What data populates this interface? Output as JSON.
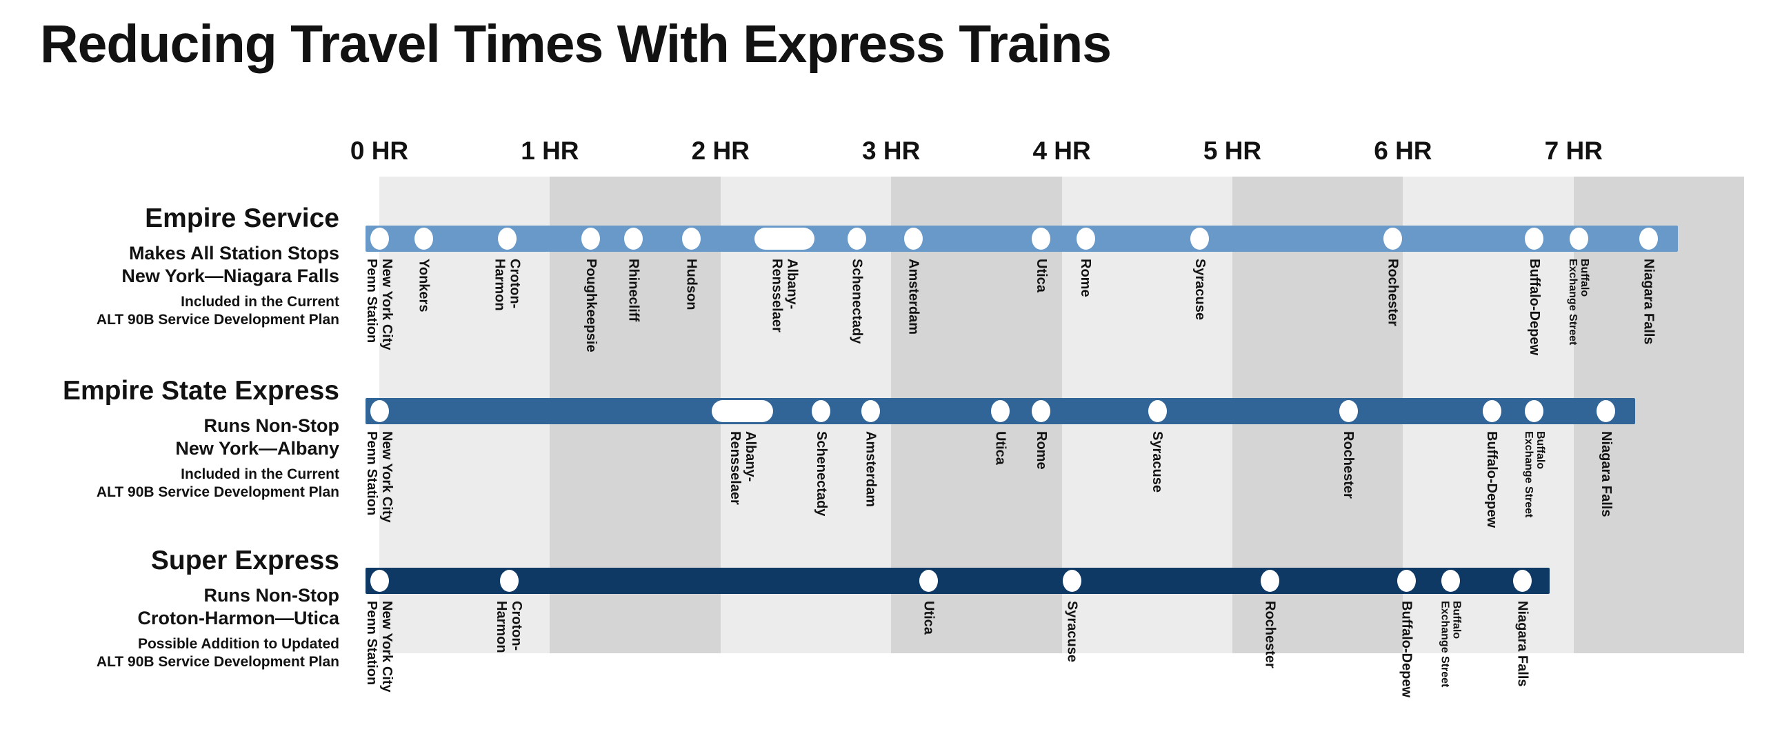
{
  "title": "Reducing Travel Times With Express Trains",
  "chart_data": {
    "type": "timeline",
    "title": "Reducing Travel Times With Express Trains",
    "x_axis": {
      "unit": "HR",
      "tick_labels": [
        "0 HR",
        "1 HR",
        "2 HR",
        "3 HR",
        "4 HR",
        "5 HR",
        "6 HR",
        "7 HR"
      ],
      "range_hr": [
        0,
        8
      ],
      "band_colors": {
        "light": "#ececec",
        "dark": "#d5d5d5"
      }
    },
    "services": [
      {
        "name": "Empire Service",
        "description_line1": "Makes All Station Stops",
        "description_line2": "New York—Niagara Falls",
        "note_line1": "Included in the Current",
        "note_line2": "ALT 90B Service Development Plan",
        "color": "#6899c8",
        "bar_start_hr": -0.08,
        "bar_end_hr": 7.61,
        "stops": [
          {
            "label": "New York City\nPenn Station",
            "hr": 0
          },
          {
            "label": "Yonkers",
            "hr": 0.26
          },
          {
            "label": "Croton-\nHarmon",
            "hr": 0.75
          },
          {
            "label": "Poughkeepsie",
            "hr": 1.24
          },
          {
            "label": "Rhinecliff",
            "hr": 1.49
          },
          {
            "label": "Hudson",
            "hr": 1.83
          },
          {
            "label": "Albany-\nRensselaer",
            "pill": true,
            "hr_start": 2.2,
            "hr_end": 2.55
          },
          {
            "label": "Schenectady",
            "hr": 2.8
          },
          {
            "label": "Amsterdam",
            "hr": 3.13
          },
          {
            "label": "Utica",
            "hr": 3.88
          },
          {
            "label": "Rome",
            "hr": 4.14
          },
          {
            "label": "Syracuse",
            "hr": 4.81
          },
          {
            "label": "Rochester",
            "hr": 5.94
          },
          {
            "label": "Buffalo-Depew",
            "hr": 6.77
          },
          {
            "label": "Buffalo\nExchange Street",
            "hr": 7.03,
            "small": true
          },
          {
            "label": "Niagara Falls",
            "hr": 7.44
          }
        ]
      },
      {
        "name": "Empire State Express",
        "description_line1": "Runs Non-Stop",
        "description_line2": "New York—Albany",
        "note_line1": "Included in the Current",
        "note_line2": "ALT 90B Service Development Plan",
        "color": "#326597",
        "bar_start_hr": -0.08,
        "bar_end_hr": 7.36,
        "stops": [
          {
            "label": "New York City\nPenn Station",
            "hr": 0
          },
          {
            "label": "Albany-\nRensselaer",
            "pill": true,
            "hr_start": 1.95,
            "hr_end": 2.31
          },
          {
            "label": "Schenectady",
            "hr": 2.59
          },
          {
            "label": "Amsterdam",
            "hr": 2.88
          },
          {
            "label": "Utica",
            "hr": 3.64
          },
          {
            "label": "Rome",
            "hr": 3.88
          },
          {
            "label": "Syracuse",
            "hr": 4.56
          },
          {
            "label": "Rochester",
            "hr": 5.68
          },
          {
            "label": "Buffalo-Depew",
            "hr": 6.52
          },
          {
            "label": "Buffalo\nExchange Street",
            "hr": 6.77,
            "small": true
          },
          {
            "label": "Niagara Falls",
            "hr": 7.19
          }
        ]
      },
      {
        "name": "Super Express",
        "description_line1": "Runs Non-Stop",
        "description_line2": "Croton-Harmon—Utica",
        "note_line1": "Possible Addition to Updated",
        "note_line2": "ALT 90B Service Development Plan",
        "color": "#0d3964",
        "bar_start_hr": -0.08,
        "bar_end_hr": 6.86,
        "stops": [
          {
            "label": "New York City\nPenn Station",
            "hr": 0
          },
          {
            "label": "Croton-\nHarmon",
            "hr": 0.76
          },
          {
            "label": "Utica",
            "hr": 3.22
          },
          {
            "label": "Syracuse",
            "hr": 4.06
          },
          {
            "label": "Rochester",
            "hr": 5.22
          },
          {
            "label": "Buffalo-Depew",
            "hr": 6.02
          },
          {
            "label": "Buffalo\nExchange Street",
            "hr": 6.28,
            "small": true
          },
          {
            "label": "Niagara Falls",
            "hr": 6.7
          }
        ]
      }
    ]
  }
}
